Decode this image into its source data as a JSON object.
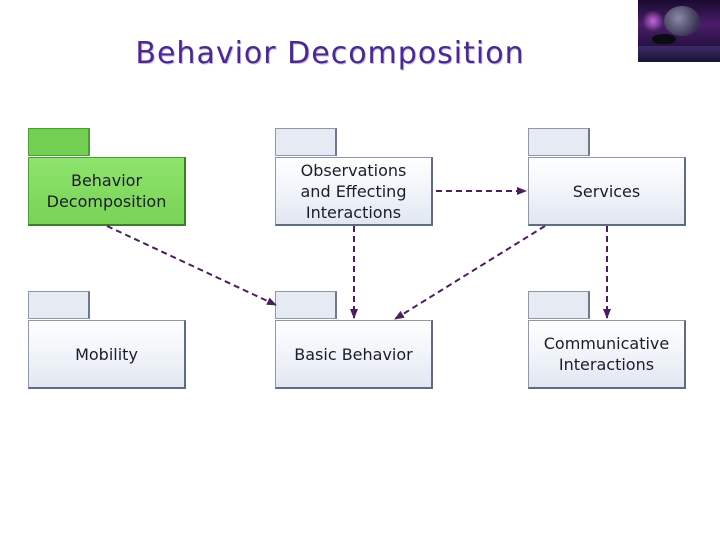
{
  "title": "Behavior Decomposition",
  "packages": [
    {
      "id": "behavior-decomposition",
      "label": "Behavior\nDecomposition",
      "highlighted": true
    },
    {
      "id": "observations",
      "label": "Observations\nand Effecting\nInteractions",
      "highlighted": false
    },
    {
      "id": "services",
      "label": "Services",
      "highlighted": false
    },
    {
      "id": "mobility",
      "label": "Mobility",
      "highlighted": false
    },
    {
      "id": "basic-behavior",
      "label": "Basic Behavior",
      "highlighted": false
    },
    {
      "id": "communicative",
      "label": "Communicative\nInteractions",
      "highlighted": false
    }
  ],
  "dependencies": [
    {
      "from": "behavior-decomposition",
      "to": "basic-behavior"
    },
    {
      "from": "observations",
      "to": "basic-behavior"
    },
    {
      "from": "observations",
      "to": "services"
    },
    {
      "from": "services",
      "to": "basic-behavior"
    },
    {
      "from": "services",
      "to": "communicative"
    }
  ],
  "colors": {
    "title": "#4b2a8c",
    "highlight": "#78d356",
    "package_fill": "#eef2f8",
    "arrow": "#4a1f5c"
  }
}
